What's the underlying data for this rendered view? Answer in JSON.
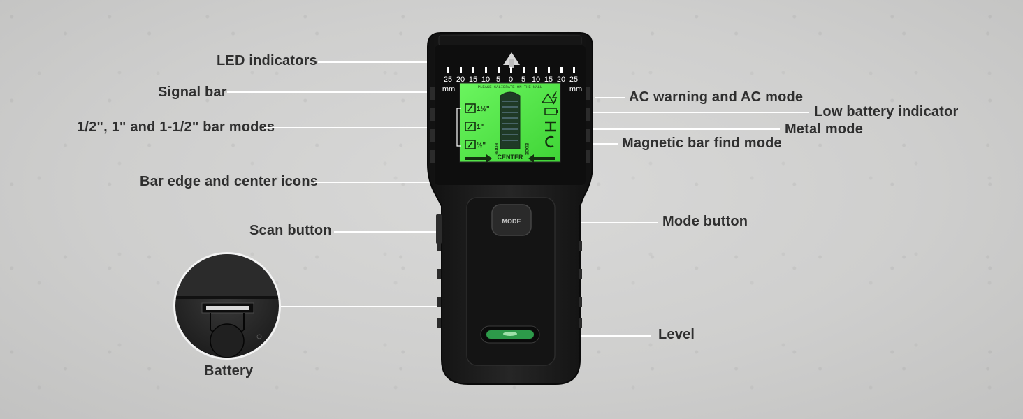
{
  "labels": {
    "led_indicators": "LED indicators",
    "signal_bar": "Signal bar",
    "bar_modes": "1/2\", 1\" and 1-1/2\" bar modes",
    "edge_center_icons": "Bar edge and center icons",
    "scan_button": "Scan button",
    "battery": "Battery",
    "ac_warning": "AC warning and AC mode",
    "low_battery": "Low battery indicator",
    "metal_mode": "Metal mode",
    "magnetic_mode": "Magnetic bar find mode",
    "mode_button": "Mode button",
    "level": "Level"
  },
  "device": {
    "scale_ticks": [
      "25",
      "20",
      "15",
      "10",
      "5",
      "0",
      "5",
      "10",
      "15",
      "20",
      "25"
    ],
    "scale_unit_left": "mm",
    "scale_unit_right": "mm",
    "screen_banner": "PLEASE CALIBRATE ON THE WALL",
    "mode_one_half": "1½\"",
    "mode_one": "1\"",
    "mode_half": "½\"",
    "edge_left": "EDGE",
    "edge_right": "EDGE",
    "center": "CENTER",
    "mode_button_text": "MODE",
    "screen_color": "#55f04a",
    "body_color": "#1c1c1c"
  }
}
